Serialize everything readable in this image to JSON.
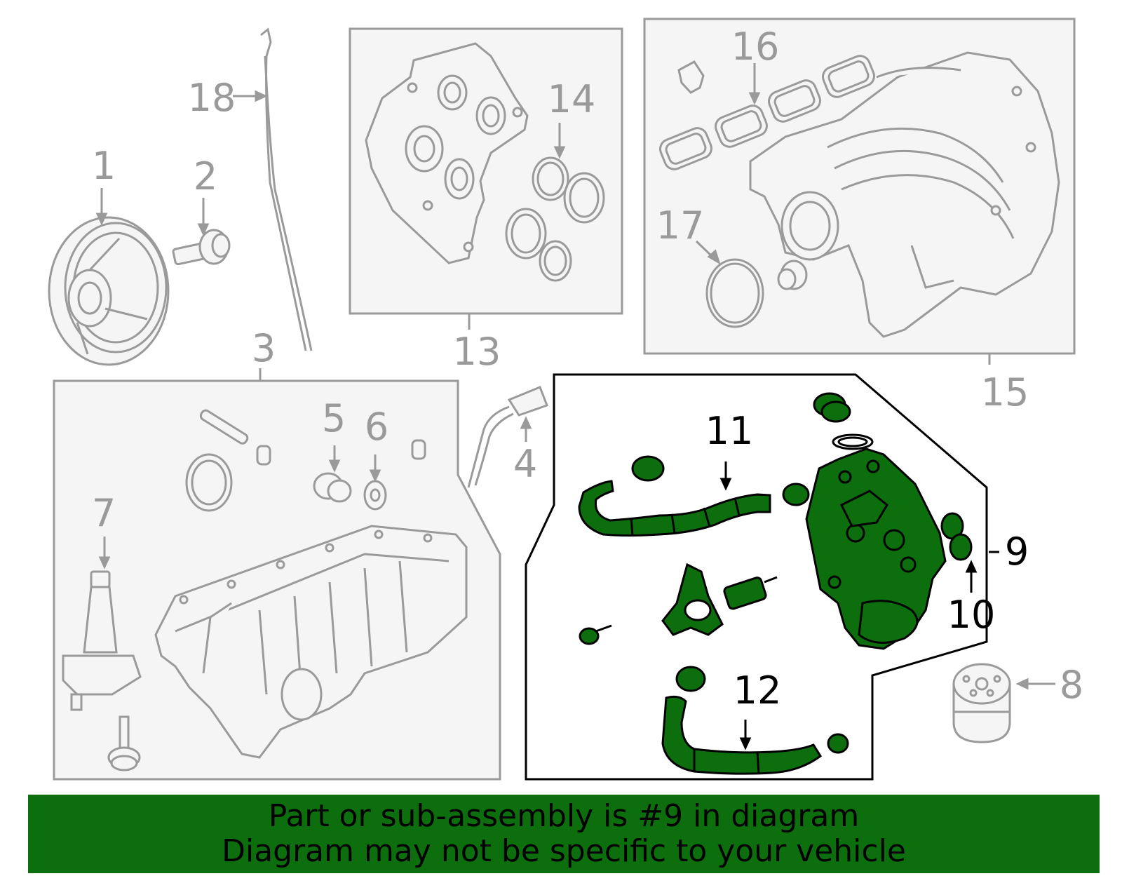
{
  "colors": {
    "line_gray": "#9a9a9a",
    "panel_fill": "#f5f5f5",
    "highlight_green": "#0d6e0d",
    "highlight_outline": "#000000",
    "banner_background": "#0d6e0d"
  },
  "callouts": {
    "c1": "1",
    "c2": "2",
    "c3": "3",
    "c4": "4",
    "c5": "5",
    "c6": "6",
    "c7": "7",
    "c8": "8",
    "c9": "9",
    "c10": "10",
    "c11": "11",
    "c12": "12",
    "c13": "13",
    "c14": "14",
    "c15": "15",
    "c16": "16",
    "c17": "17",
    "c18": "18"
  },
  "highlighted_part": "9",
  "banner": {
    "line1": "Part or sub-assembly is #9 in diagram",
    "line2": "Diagram may not be specific to your vehicle"
  }
}
